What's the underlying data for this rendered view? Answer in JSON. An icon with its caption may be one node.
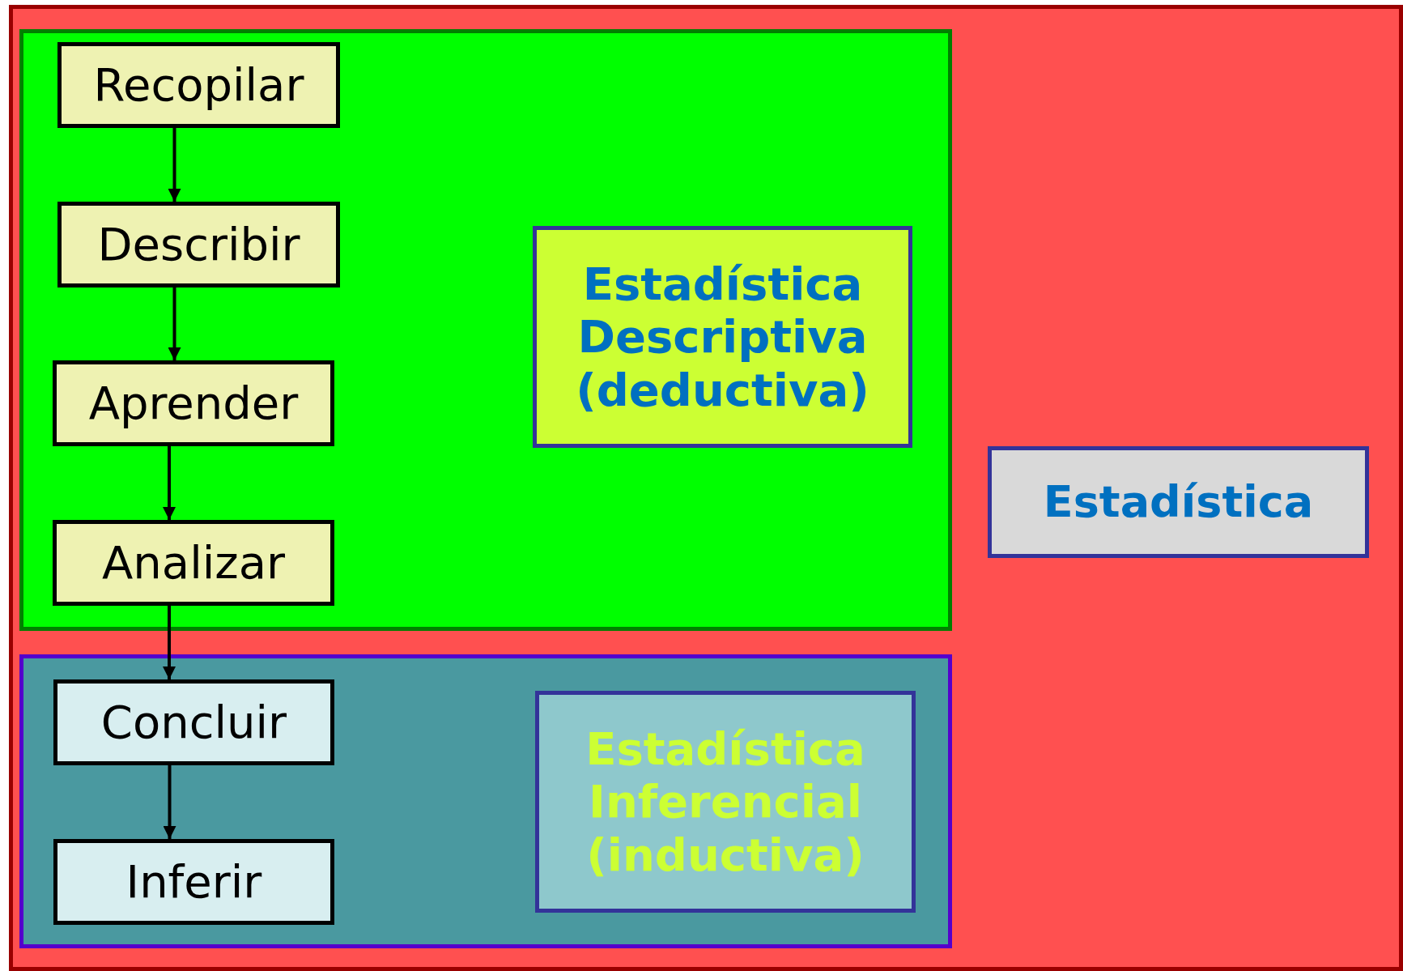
{
  "diagram": {
    "nodes": [
      {
        "text": [],
        "shape": "box"
      },
      {
        "text": [],
        "shape": "box",
        "in": 0
      },
      {
        "text": [
          "Recopilar"
        ],
        "in": 1
      },
      {
        "text": [
          "Describir"
        ],
        "in": 1
      },
      {
        "text": [
          "Aprender"
        ],
        "in": 1
      },
      {
        "text": [
          "Analizar"
        ],
        "in": 1
      },
      {
        "text": [
          "Estadística Descriptiva (deductiva)"
        ],
        "in": 1
      },
      {
        "text": [
          "Estadística"
        ],
        "in": 0
      },
      {
        "text": [],
        "shape": "box",
        "in": 0
      },
      {
        "text": [
          "Concluir"
        ],
        "in": 8
      },
      {
        "text": [
          "Inferir"
        ],
        "in": 8
      },
      {
        "text": [
          "Estadística Inferencial (inductiva)"
        ],
        "in": 8
      }
    ],
    "edges": [
      {
        "from": 2,
        "to": 3,
        "arrow": "to"
      },
      {
        "from": 3,
        "to": 4,
        "arrow": "to"
      },
      {
        "from": 4,
        "to": 5,
        "arrow": "to"
      },
      {
        "from": 5,
        "to": 9,
        "arrow": "to"
      },
      {
        "from": 9,
        "to": 10,
        "arrow": "to"
      }
    ]
  }
}
